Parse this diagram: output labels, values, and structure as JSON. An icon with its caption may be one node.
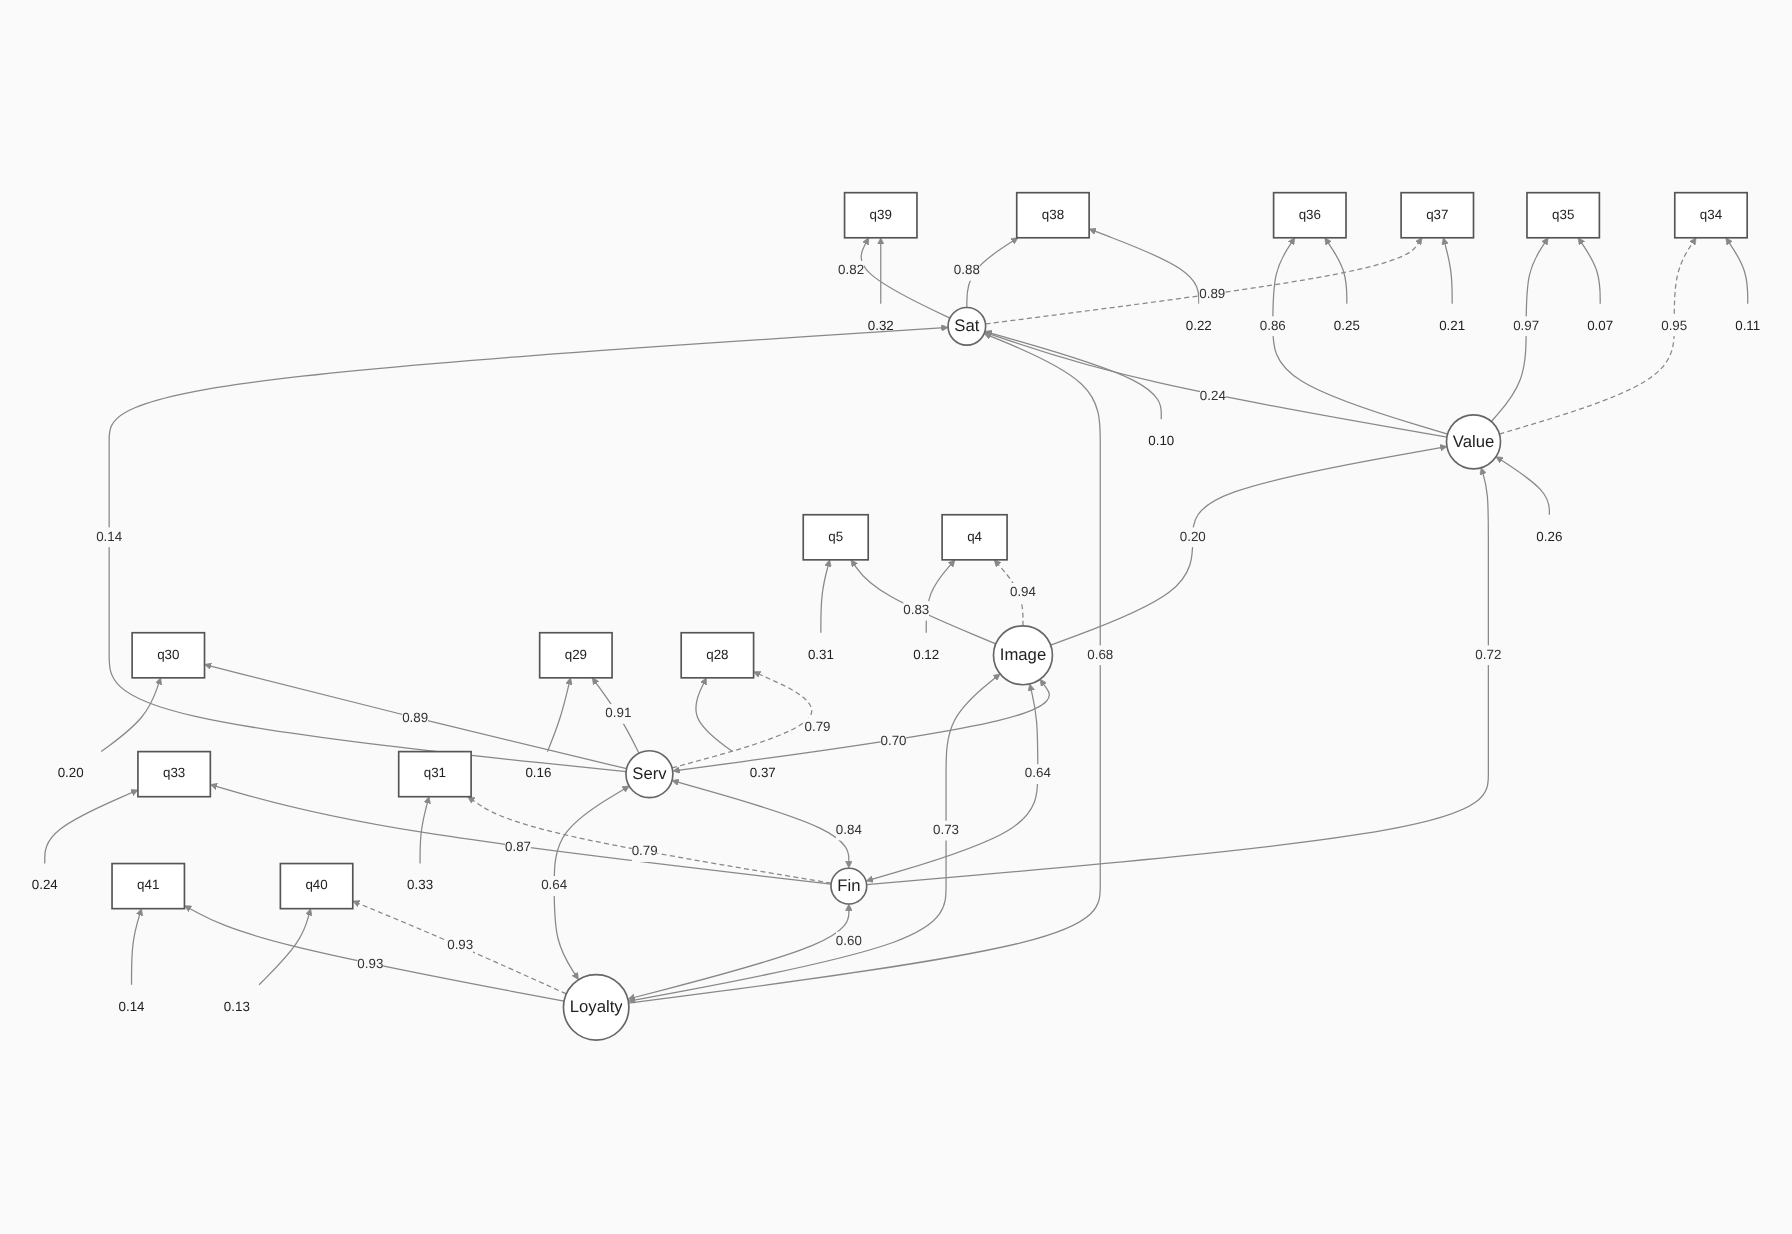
{
  "diagram": {
    "nodes": [
      {
        "text": [
          "0.32"
        ]
      },
      {
        "text": [
          "0.22"
        ]
      },
      {
        "text": [
          "0.21"
        ]
      },
      {
        "text": [
          "0.25"
        ]
      },
      {
        "text": [
          "0.07"
        ]
      },
      {
        "text": [
          "0.11"
        ]
      },
      {
        "text": [
          "q39"
        ]
      },
      {
        "text": [
          "q38"
        ]
      },
      {
        "text": [
          "q37"
        ]
      },
      {
        "text": [
          "q36"
        ]
      },
      {
        "text": [
          "q35"
        ]
      },
      {
        "text": [
          "q34"
        ]
      },
      {
        "text": [
          "0.10"
        ]
      },
      {
        "text": [
          "Sat"
        ]
      },
      {
        "text": [
          "Value"
        ]
      },
      {
        "text": [
          "0.26"
        ]
      },
      {
        "text": [
          "Loyalty"
        ]
      },
      {
        "text": [
          "Fin"
        ]
      },
      {
        "text": [
          "Serv"
        ]
      },
      {
        "text": [
          "Image"
        ]
      },
      {
        "text": [
          "q41"
        ]
      },
      {
        "text": [
          "q40"
        ]
      },
      {
        "text": [
          "q33"
        ]
      },
      {
        "text": [
          "q31"
        ]
      },
      {
        "text": [
          "q30"
        ]
      },
      {
        "text": [
          "q29"
        ]
      },
      {
        "text": [
          "q28"
        ]
      },
      {
        "text": [
          "q5"
        ]
      },
      {
        "text": [
          "q4"
        ]
      },
      {
        "text": [
          "0.14"
        ]
      },
      {
        "text": [
          "0.13"
        ]
      },
      {
        "text": [
          "0.24"
        ]
      },
      {
        "text": [
          "0.33"
        ]
      },
      {
        "text": [
          "0.20"
        ]
      },
      {
        "text": [
          "0.16"
        ]
      },
      {
        "text": [
          "0.37"
        ]
      },
      {
        "text": [
          "0.31"
        ]
      },
      {
        "text": [
          "0.12"
        ]
      }
    ],
    "edges": [
      {
        "from": 0,
        "to": 6,
        "arrow": "to"
      },
      {
        "from": 1,
        "to": 7,
        "arrow": "to"
      },
      {
        "from": 2,
        "to": 8,
        "arrow": "to"
      },
      {
        "from": 3,
        "to": 9,
        "arrow": "to"
      },
      {
        "from": 4,
        "to": 10,
        "arrow": "to"
      },
      {
        "from": 5,
        "to": 11,
        "arrow": "to"
      },
      {
        "from": 13,
        "to": 6,
        "arrow": "to",
        "label": "0.82"
      },
      {
        "from": 13,
        "to": 7,
        "arrow": "to",
        "label": "0.88"
      },
      {
        "from": 13,
        "to": 8,
        "arrow": "to",
        "label": "0.89",
        "style": "dashed"
      },
      {
        "from": 14,
        "to": 9,
        "arrow": "to",
        "label": "0.86"
      },
      {
        "from": 14,
        "to": 10,
        "arrow": "to",
        "label": "0.97"
      },
      {
        "from": 14,
        "to": 11,
        "arrow": "to",
        "label": "0.95",
        "style": "dashed"
      },
      {
        "from": 12,
        "to": 13,
        "arrow": "to"
      },
      {
        "from": 14,
        "to": 13,
        "arrow": "to",
        "label": "0.24"
      },
      {
        "from": 15,
        "to": 14,
        "arrow": "to"
      },
      {
        "from": 16,
        "to": 13,
        "arrow": "to",
        "label": "0.68"
      },
      {
        "from": 18,
        "to": 13,
        "arrow": "to",
        "label": "0.14"
      },
      {
        "from": 17,
        "to": 14,
        "arrow": "to",
        "label": "0.72"
      },
      {
        "from": 19,
        "to": 14,
        "arrow": "to",
        "label": "0.20"
      },
      {
        "from": 16,
        "to": 17,
        "arrow": "both",
        "label": "0.60"
      },
      {
        "from": 17,
        "to": 18,
        "arrow": "both",
        "label": "0.84"
      },
      {
        "from": 18,
        "to": 19,
        "arrow": "both",
        "label": "0.70"
      },
      {
        "from": 16,
        "to": 18,
        "arrow": "both",
        "label": "0.64"
      },
      {
        "from": 17,
        "to": 19,
        "arrow": "both",
        "label": "0.64"
      },
      {
        "from": 16,
        "to": 19,
        "arrow": "both",
        "label": "0.73"
      },
      {
        "from": 16,
        "to": 20,
        "arrow": "to",
        "label": "0.93"
      },
      {
        "from": 16,
        "to": 21,
        "arrow": "to",
        "label": "0.93",
        "style": "dashed"
      },
      {
        "from": 17,
        "to": 22,
        "arrow": "to",
        "label": "0.87"
      },
      {
        "from": 17,
        "to": 23,
        "arrow": "to",
        "label": "0.79",
        "style": "dashed"
      },
      {
        "from": 18,
        "to": 24,
        "arrow": "to",
        "label": "0.89"
      },
      {
        "from": 18,
        "to": 25,
        "arrow": "to",
        "label": "0.91"
      },
      {
        "from": 18,
        "to": 26,
        "arrow": "to",
        "label": "0.79",
        "style": "dashed"
      },
      {
        "from": 19,
        "to": 27,
        "arrow": "to",
        "label": "0.83"
      },
      {
        "from": 19,
        "to": 28,
        "arrow": "to",
        "label": "0.94",
        "style": "dashed"
      },
      {
        "from": 29,
        "to": 20,
        "arrow": "to"
      },
      {
        "from": 30,
        "to": 21,
        "arrow": "to"
      },
      {
        "from": 31,
        "to": 22,
        "arrow": "to"
      },
      {
        "from": 32,
        "to": 23,
        "arrow": "to"
      },
      {
        "from": 33,
        "to": 24,
        "arrow": "to"
      },
      {
        "from": 34,
        "to": 25,
        "arrow": "to"
      },
      {
        "from": 35,
        "to": 26,
        "arrow": "to"
      },
      {
        "from": 36,
        "to": 27,
        "arrow": "to"
      },
      {
        "from": 37,
        "to": 28,
        "arrow": "to"
      }
    ]
  }
}
